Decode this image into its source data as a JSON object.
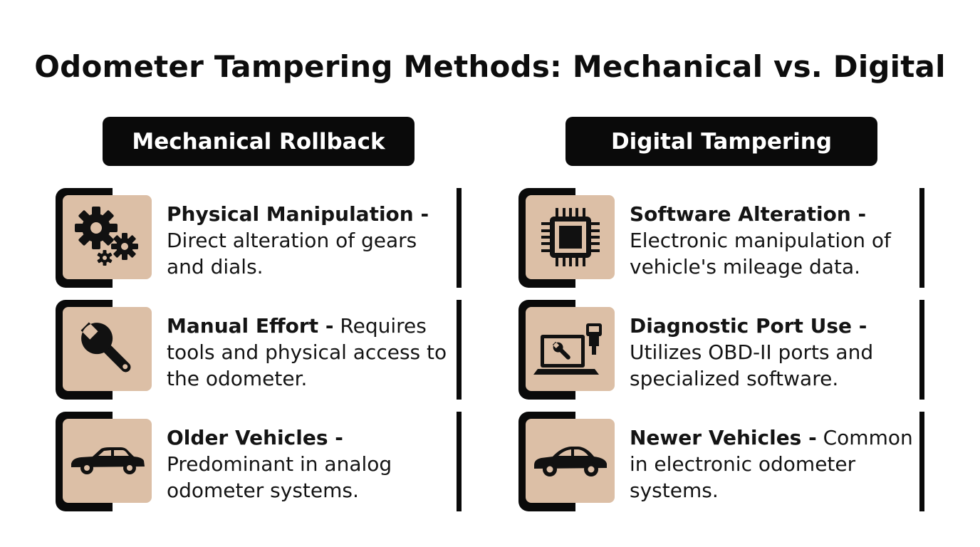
{
  "title": "Odometer Tampering Methods: Mechanical vs. Digital",
  "columns": [
    {
      "header": "Mechanical Rollback",
      "items": [
        {
          "icon": "gears-icon",
          "lead": "Physical Manipulation -",
          "text": "Direct alteration of gears and dials."
        },
        {
          "icon": "wrench-icon",
          "lead": "Manual Effort -",
          "text": "Requires tools and physical access to the odometer."
        },
        {
          "icon": "classic-car-icon",
          "lead": "Older Vehicles -",
          "text": "Predominant in analog odometer systems."
        }
      ]
    },
    {
      "header": "Digital Tampering",
      "items": [
        {
          "icon": "microchip-icon",
          "lead": "Software Alteration -",
          "text": "Electronic manipulation of vehicle's mileage data."
        },
        {
          "icon": "laptop-diagnostic-icon",
          "lead": "Diagnostic Port Use -",
          "text": "Utilizes OBD-II ports and specialized software."
        },
        {
          "icon": "modern-car-icon",
          "lead": "Newer Vehicles -",
          "text": "Common in electronic odometer systems."
        }
      ]
    }
  ],
  "colors": {
    "dark": "#0a0a0a",
    "tile": "#dcbfa6",
    "background": "#ffffff"
  }
}
